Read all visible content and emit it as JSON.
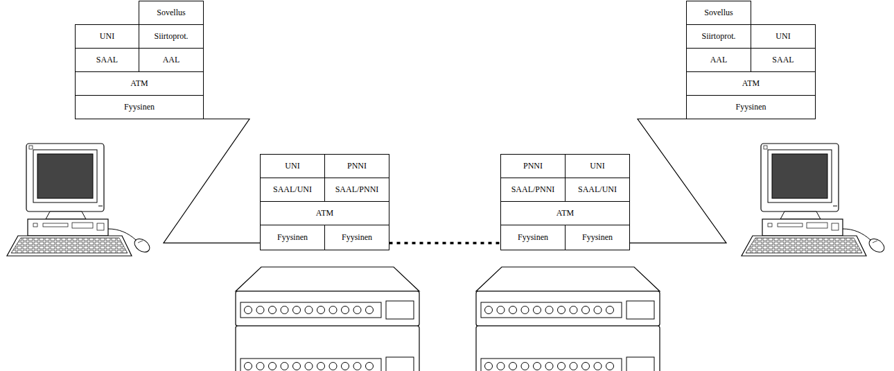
{
  "diagram": {
    "nodes": [
      {
        "text": [
          "Sovellus"
        ]
      },
      {
        "text": [
          "UNI"
        ]
      },
      {
        "text": [
          "Siirtoprot."
        ]
      },
      {
        "text": [
          "SAAL"
        ]
      },
      {
        "text": [
          "AAL"
        ]
      },
      {
        "text": [
          "ATM"
        ]
      },
      {
        "text": [
          "Fyysinen"
        ]
      },
      {
        "text": [
          "Sovellus"
        ]
      },
      {
        "text": [
          "Siirtoprot."
        ]
      },
      {
        "text": [
          "UNI"
        ]
      },
      {
        "text": [
          "AAL"
        ]
      },
      {
        "text": [
          "SAAL"
        ]
      },
      {
        "text": [
          "ATM"
        ]
      },
      {
        "text": [
          "Fyysinen"
        ]
      },
      {
        "text": [
          "UNI"
        ]
      },
      {
        "text": [
          "PNNI"
        ]
      },
      {
        "text": [
          "SAAL/UNI"
        ]
      },
      {
        "text": [
          "SAAL/PNNI"
        ]
      },
      {
        "text": [
          "ATM"
        ]
      },
      {
        "text": [
          "Fyysinen"
        ]
      },
      {
        "text": [
          "Fyysinen"
        ]
      },
      {
        "text": [
          "PNNI"
        ]
      },
      {
        "text": [
          "UNI"
        ]
      },
      {
        "text": [
          "SAAL/PNNI"
        ]
      },
      {
        "text": [
          "SAAL/UNI"
        ]
      },
      {
        "text": [
          "ATM"
        ]
      },
      {
        "text": [
          "Fyysinen"
        ]
      },
      {
        "text": [
          "Fyysinen"
        ]
      }
    ],
    "edges": [
      {
        "from": 6,
        "to": 19,
        "arrow": "none"
      },
      {
        "from": 20,
        "to": 26,
        "arrow": "none"
      },
      {
        "from": 27,
        "to": 13,
        "arrow": "none"
      }
    ]
  }
}
